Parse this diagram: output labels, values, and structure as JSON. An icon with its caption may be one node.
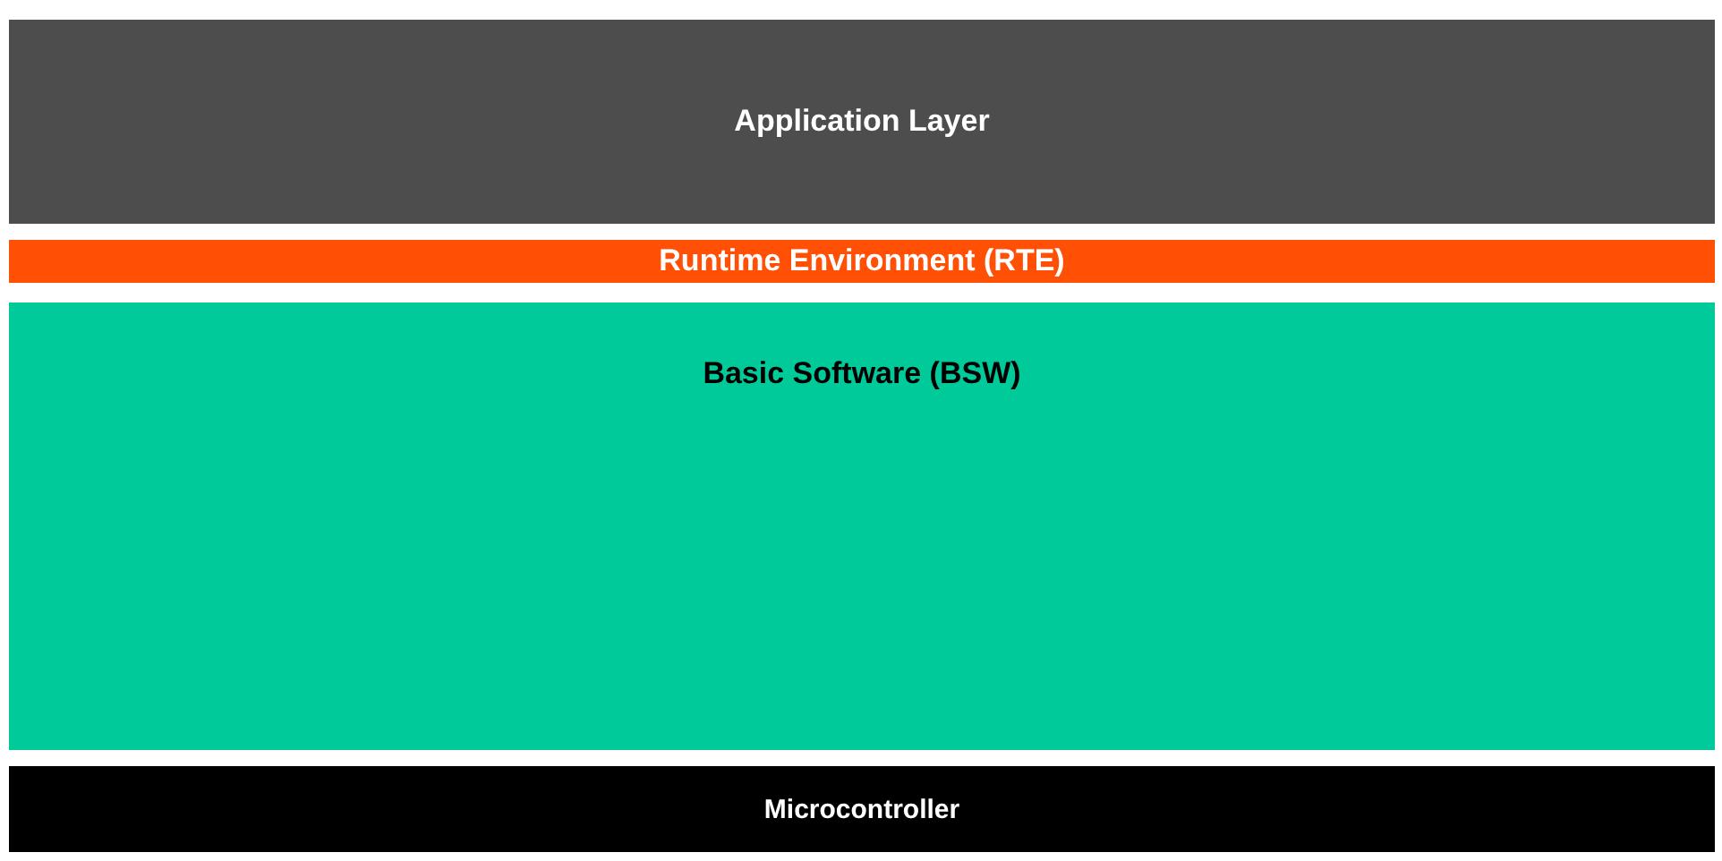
{
  "diagram": {
    "nodes": [
      {
        "text": [
          "Application Layer"
        ]
      },
      {
        "text": [
          "Runtime Environment (RTE)"
        ]
      },
      {
        "text": [
          "Basic Software (BSW)"
        ]
      },
      {
        "text": [
          "Microcontroller"
        ]
      }
    ]
  }
}
